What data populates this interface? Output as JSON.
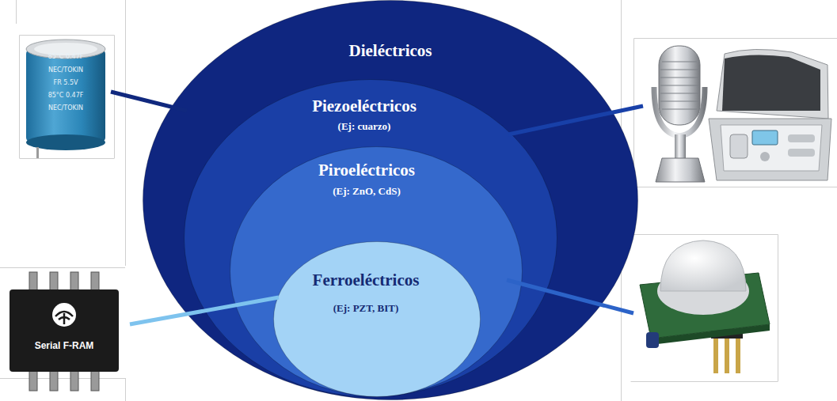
{
  "diagram": {
    "nodes": [
      {
        "text": [
          "Dieléctricos"
        ]
      },
      {
        "text": [
          "Piezoeléctricos",
          "(Ej: cuarzo)"
        ],
        "in": 0
      },
      {
        "text": [
          "Piroeléctricos",
          "(Ej: ZnO, CdS)"
        ],
        "in": 1
      },
      {
        "text": [
          "Ferroeléctricos",
          "(Ej: PZT, BIT)"
        ],
        "in": 2
      }
    ],
    "labels": [
      "85°C 0.47F",
      "NEC/TOKIN",
      "FR 5.5V",
      "85°C 0.47F",
      "NEC/TOKIN",
      "Serial F-RAM"
    ]
  }
}
